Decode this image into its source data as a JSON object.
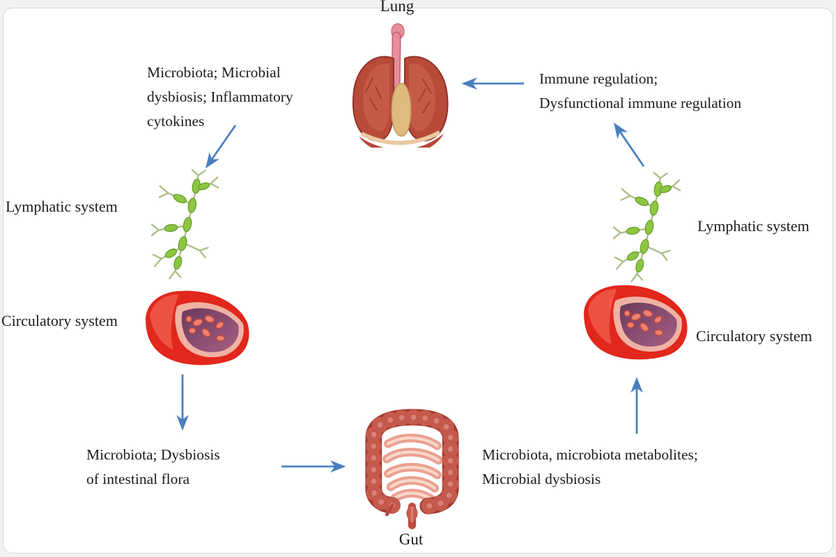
{
  "nodes": {
    "lung": {
      "label": "Lung"
    },
    "lymphatic_left": {
      "label": "Lymphatic system"
    },
    "circulatory_left": {
      "label": "Circulatory system"
    },
    "gut": {
      "label": "Gut"
    },
    "circulatory_right": {
      "label": "Circulatory system"
    },
    "lymphatic_right": {
      "label": "Lymphatic system"
    }
  },
  "annotations": {
    "lung_to_lymphatic": "Microbiota; Microbial\ndysbiosis; Inflammatory\ncytokines",
    "immune_to_lung": "Immune regulation;\nDysfunctional immune regulation",
    "circulatory_to_gut": "Microbiota; Dysbiosis\nof intestinal flora",
    "gut_to_circulatory": "Microbiota, microbiota metabolites;\nMicrobial dysbiosis"
  },
  "icons": {
    "lung": "lung-illustration",
    "gut": "gut-intestines-illustration",
    "lymphatic": "lymph-vessels-illustration",
    "circulatory": "blood-vessel-illustration",
    "arrows": "flow-arrow"
  },
  "palette": {
    "arrow_blue": "#4a7fbe",
    "text_black": "#1c1c1c",
    "lymph_green": "#8dc63f",
    "vessel_red": "#e2271c",
    "lung_red": "#b94a3a",
    "gut_red": "#a8392f",
    "background": "#ffffff"
  }
}
